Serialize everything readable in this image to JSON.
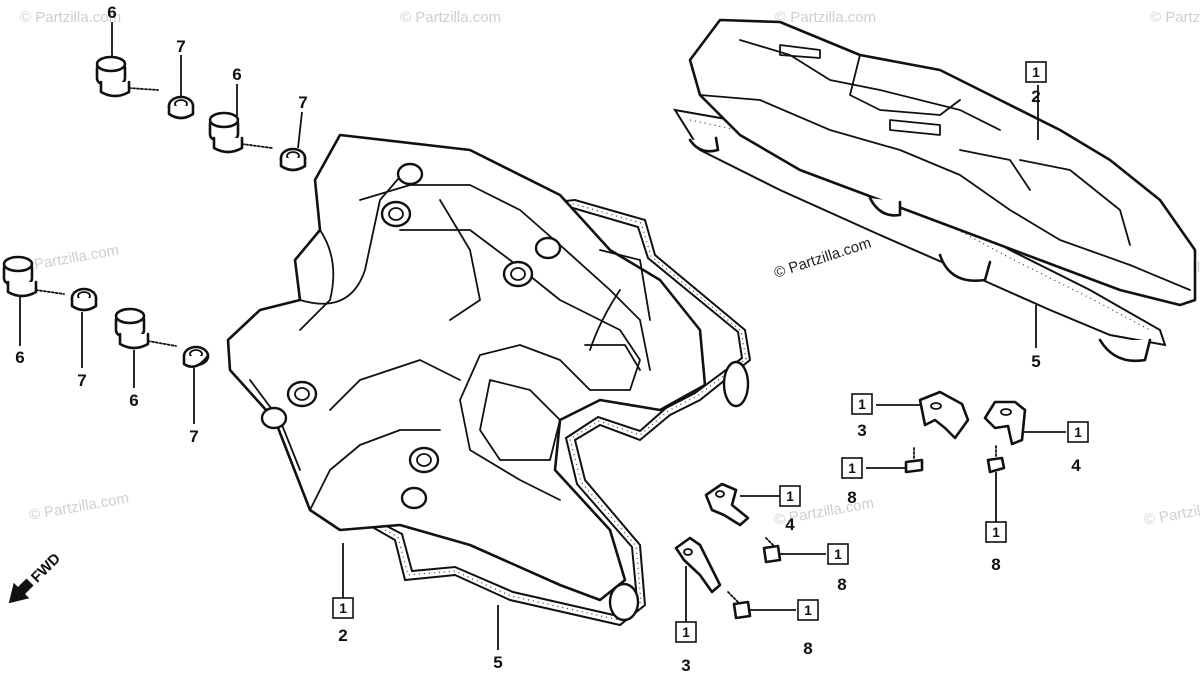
{
  "watermark": "© Partzilla.com",
  "direction_label": "FWD",
  "boxed_marker": "1",
  "callouts": {
    "c6a": "6",
    "c7a": "7",
    "c6b": "6",
    "c7b": "7",
    "c6c": "6",
    "c7c": "7",
    "c6d": "6",
    "c7d": "7",
    "c2a": "2",
    "c5a": "5",
    "c2b": "2",
    "c5b": "5",
    "c3a": "3",
    "c4a": "4",
    "c8a": "8",
    "c8b": "8",
    "c4b": "4",
    "c8c": "8",
    "c8d": "8",
    "c3b": "3"
  }
}
